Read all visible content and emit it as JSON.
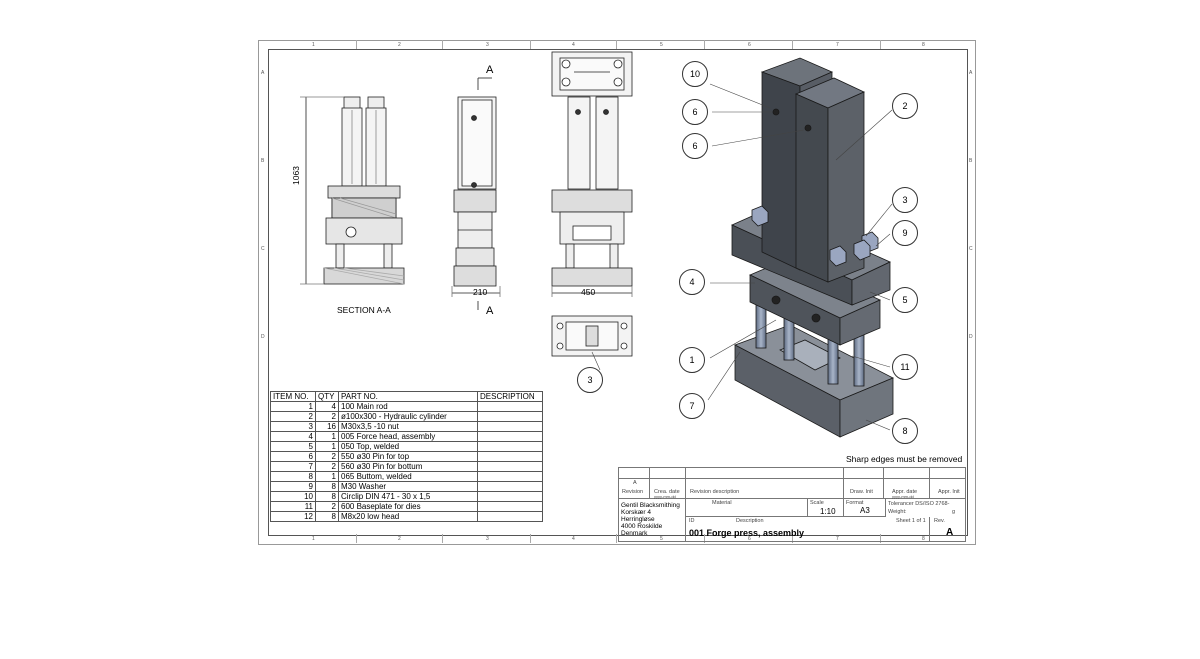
{
  "zones_top": [
    "1",
    "2",
    "3",
    "4",
    "5",
    "6",
    "7",
    "8"
  ],
  "zones_side": [
    "A",
    "B",
    "C",
    "D"
  ],
  "views": {
    "section_label": "SECTION A-A",
    "dim_height": "1063",
    "dim_depth": "210",
    "dim_width": "450",
    "cut_marker_top": "A",
    "cut_marker_bottom": "A"
  },
  "callouts": [
    "10",
    "6",
    "6",
    "2",
    "3",
    "9",
    "4",
    "5",
    "1",
    "11",
    "7",
    "8",
    "3"
  ],
  "note": "Sharp edges must be removed",
  "bom": {
    "headers": [
      "ITEM NO.",
      "QTY",
      "PART NO.",
      "DESCRIPTION"
    ],
    "rows": [
      [
        "1",
        "4",
        "100 Main rod",
        ""
      ],
      [
        "2",
        "2",
        "ø100x300 - Hydraulic cylinder",
        ""
      ],
      [
        "3",
        "16",
        "M30x3,5 -10 nut",
        ""
      ],
      [
        "4",
        "1",
        "005 Force head, assembly",
        ""
      ],
      [
        "5",
        "1",
        "050 Top, welded",
        ""
      ],
      [
        "6",
        "2",
        "550 ø30 Pin for top",
        ""
      ],
      [
        "7",
        "2",
        "560 ø30 Pin for bottum",
        ""
      ],
      [
        "8",
        "1",
        "065 Buttom, welded",
        ""
      ],
      [
        "9",
        "8",
        "M30 Washer",
        ""
      ],
      [
        "10",
        "8",
        "Circlip DIN 471 - 30 x 1,5",
        ""
      ],
      [
        "11",
        "2",
        "600 Baseplate for dies",
        ""
      ],
      [
        "12",
        "8",
        "M8x20 low head",
        ""
      ]
    ]
  },
  "title_block": {
    "rev_row_value": "A",
    "revision": "Revision",
    "crea_date": "Crea. date",
    "crea_date_fmt": "yyyy-mm-dd",
    "revision_description": "Revision description",
    "draw_init": "Draw. Init",
    "appr_date": "Appr. date",
    "appr_date_fmt": "yyyy-mm-dd",
    "appr_init": "Appr. Init",
    "company_lines": [
      "Gentil Blacksmithing",
      "Korskær 4",
      "Herringløse",
      "4000 Roskilde",
      "Denmark"
    ],
    "material_label": "Material",
    "scale_label": "Scale",
    "scale_value": "1:10",
    "format_label": "Format",
    "format_value": "A3",
    "tolerances": "Tolerancer DS/ISO 2768-",
    "weight_label": "Weight:",
    "weight_unit": "g",
    "id_label": "ID",
    "description_label": "Description",
    "sheet": "Sheet 1 of 1",
    "rev_label": "Rev.",
    "title": "001 Forge press, assembly",
    "rev_value": "A"
  }
}
